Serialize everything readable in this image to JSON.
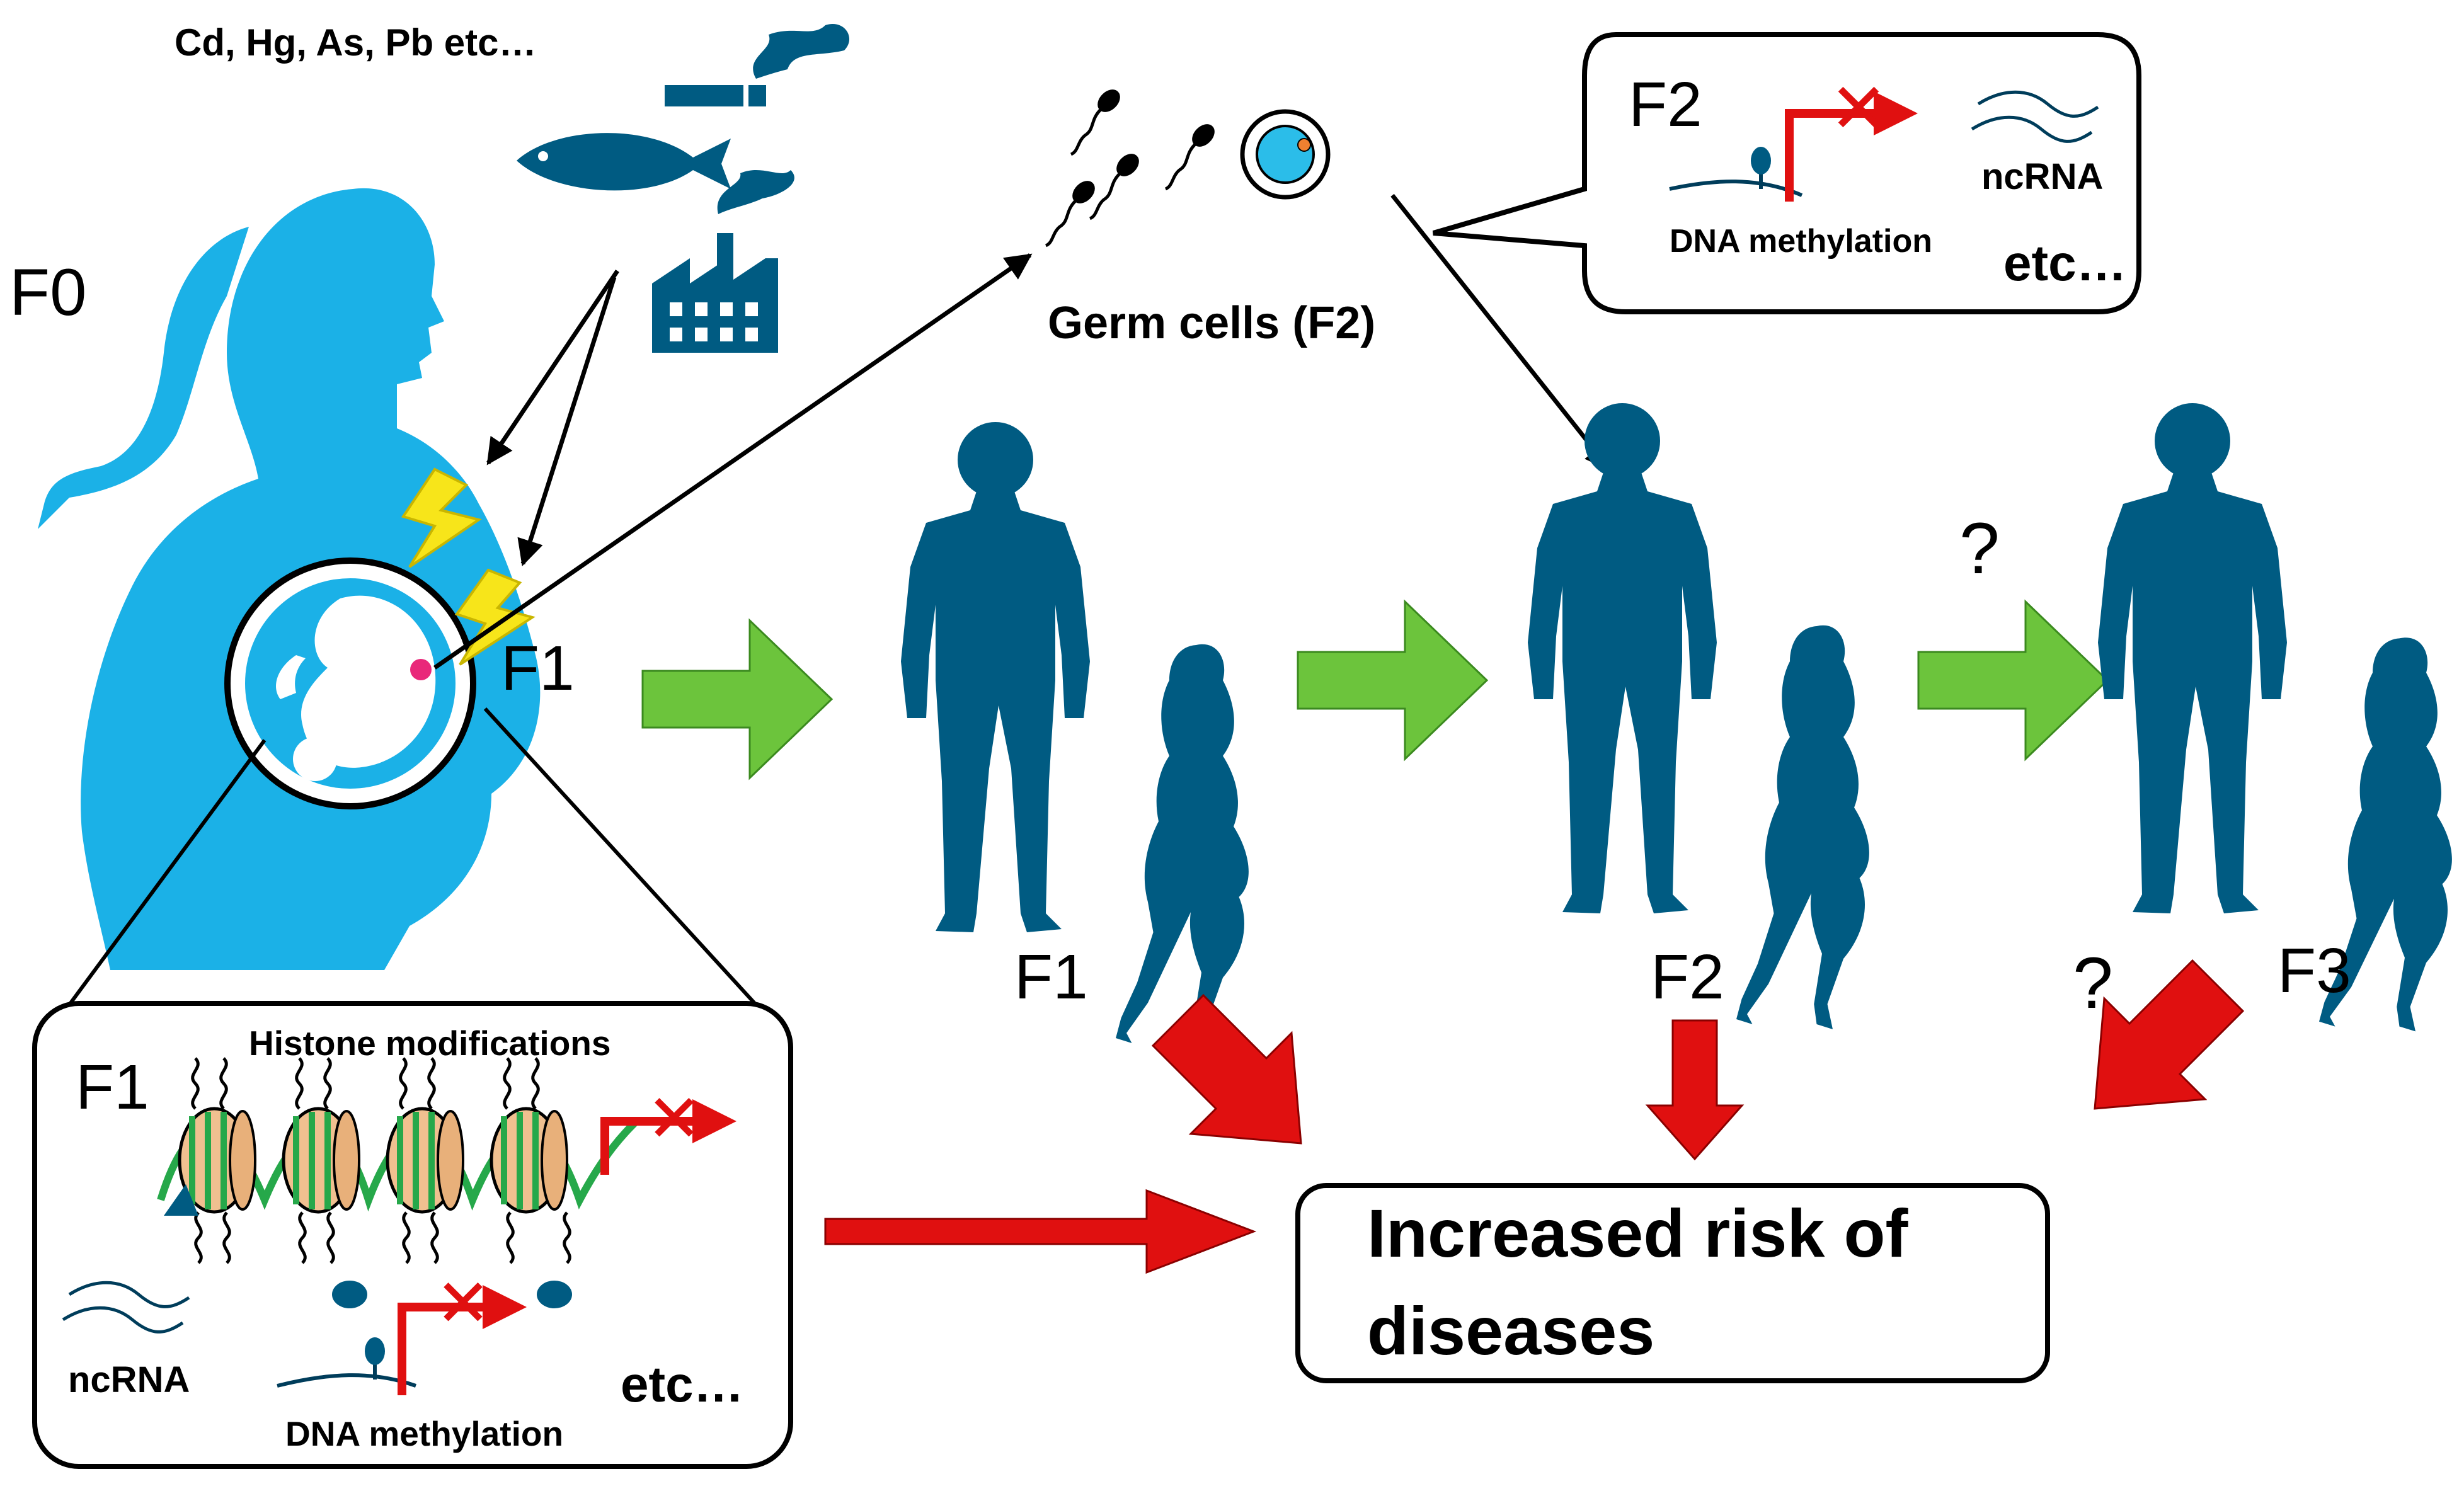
{
  "colors": {
    "silhouette_light": "#1bb1e7",
    "silhouette_dark": "#005b82",
    "green_arrow": "#6cc43c",
    "red_arrow": "#e01010",
    "nucleosome": "#f0c090",
    "dna_green": "#26a84a",
    "ink": "#000000"
  },
  "pollutants": {
    "label": "Cd, Hg, As, Pb etc…",
    "icons": [
      "cigarette-icon",
      "fish-icon",
      "factory-icon"
    ]
  },
  "mother": {
    "label": "F0"
  },
  "fetus": {
    "label": "F1"
  },
  "germ": {
    "label": "Germ cells (F2)",
    "icons": [
      "sperm-icon",
      "egg-cell-icon"
    ]
  },
  "callout_f2": {
    "label": "F2",
    "dna_methylation": "DNA methylation",
    "ncrna": "ncRNA",
    "etc": "etc…"
  },
  "generations": [
    {
      "label": "F1"
    },
    {
      "label": "F2"
    },
    {
      "label": "F3"
    }
  ],
  "question_mark": "?",
  "callout_f1": {
    "label": "F1",
    "histone": "Histone modifications",
    "ncrna": "ncRNA",
    "dna_methylation": "DNA methylation",
    "etc": "etc…"
  },
  "outcome": {
    "line1": "Increased risk of",
    "line2": "diseases"
  }
}
